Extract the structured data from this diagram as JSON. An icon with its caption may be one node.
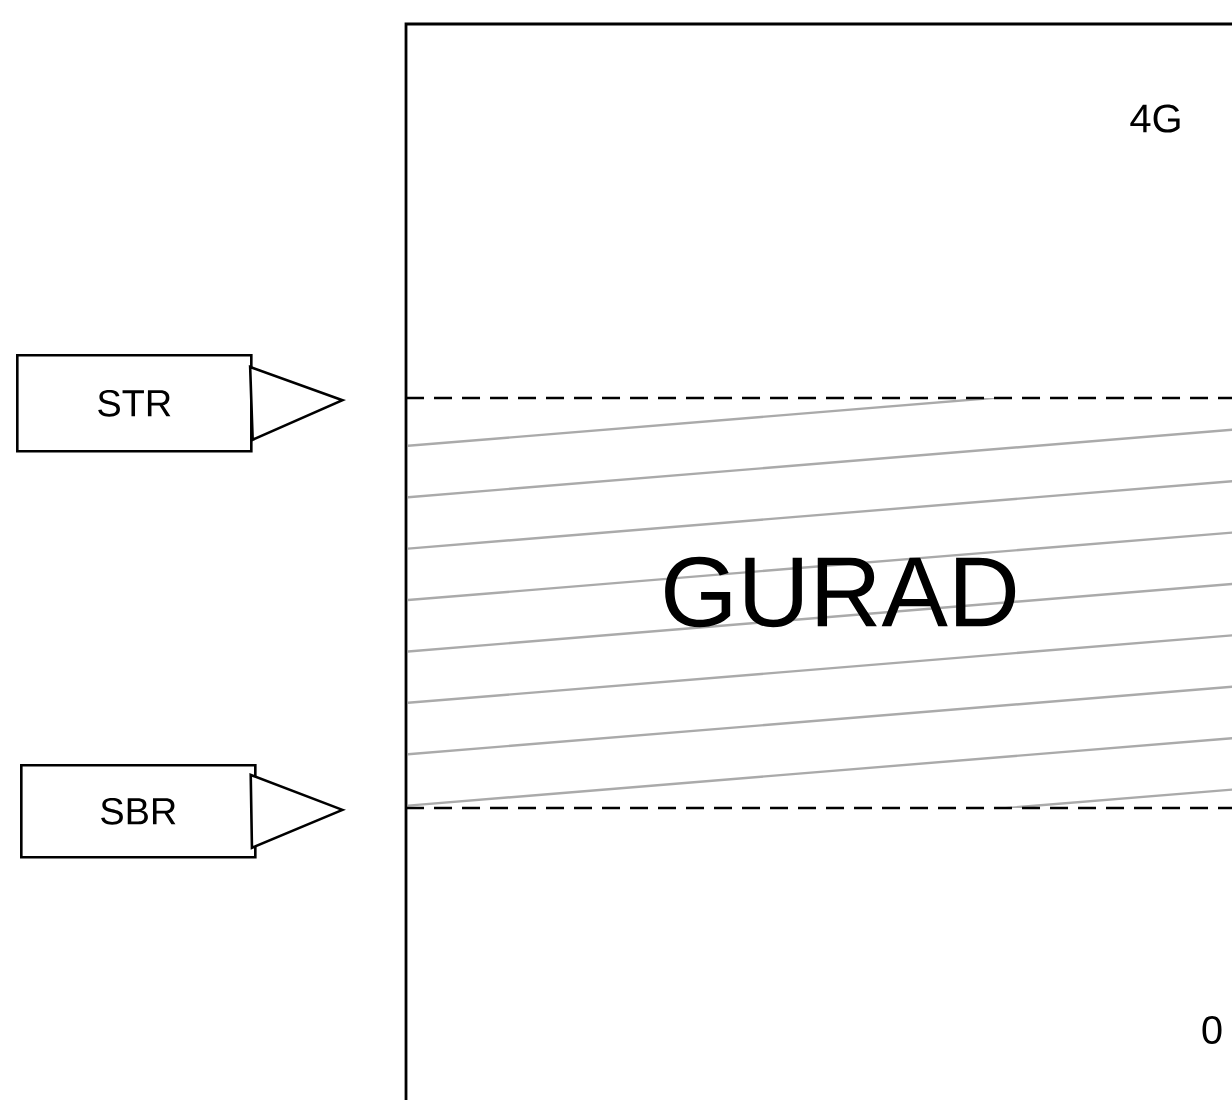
{
  "diagram": {
    "nodes": [
      {
        "text": [
          "4G",
          "0"
        ]
      },
      {
        "text": [
          "GURAD"
        ],
        "in": 0
      },
      {
        "text": [
          "STR"
        ]
      },
      {
        "text": [
          "SBR"
        ]
      }
    ],
    "edges": [
      {
        "from": 2,
        "to": 1,
        "arrow": "to"
      },
      {
        "from": 3,
        "to": 1,
        "arrow": "to"
      }
    ]
  }
}
